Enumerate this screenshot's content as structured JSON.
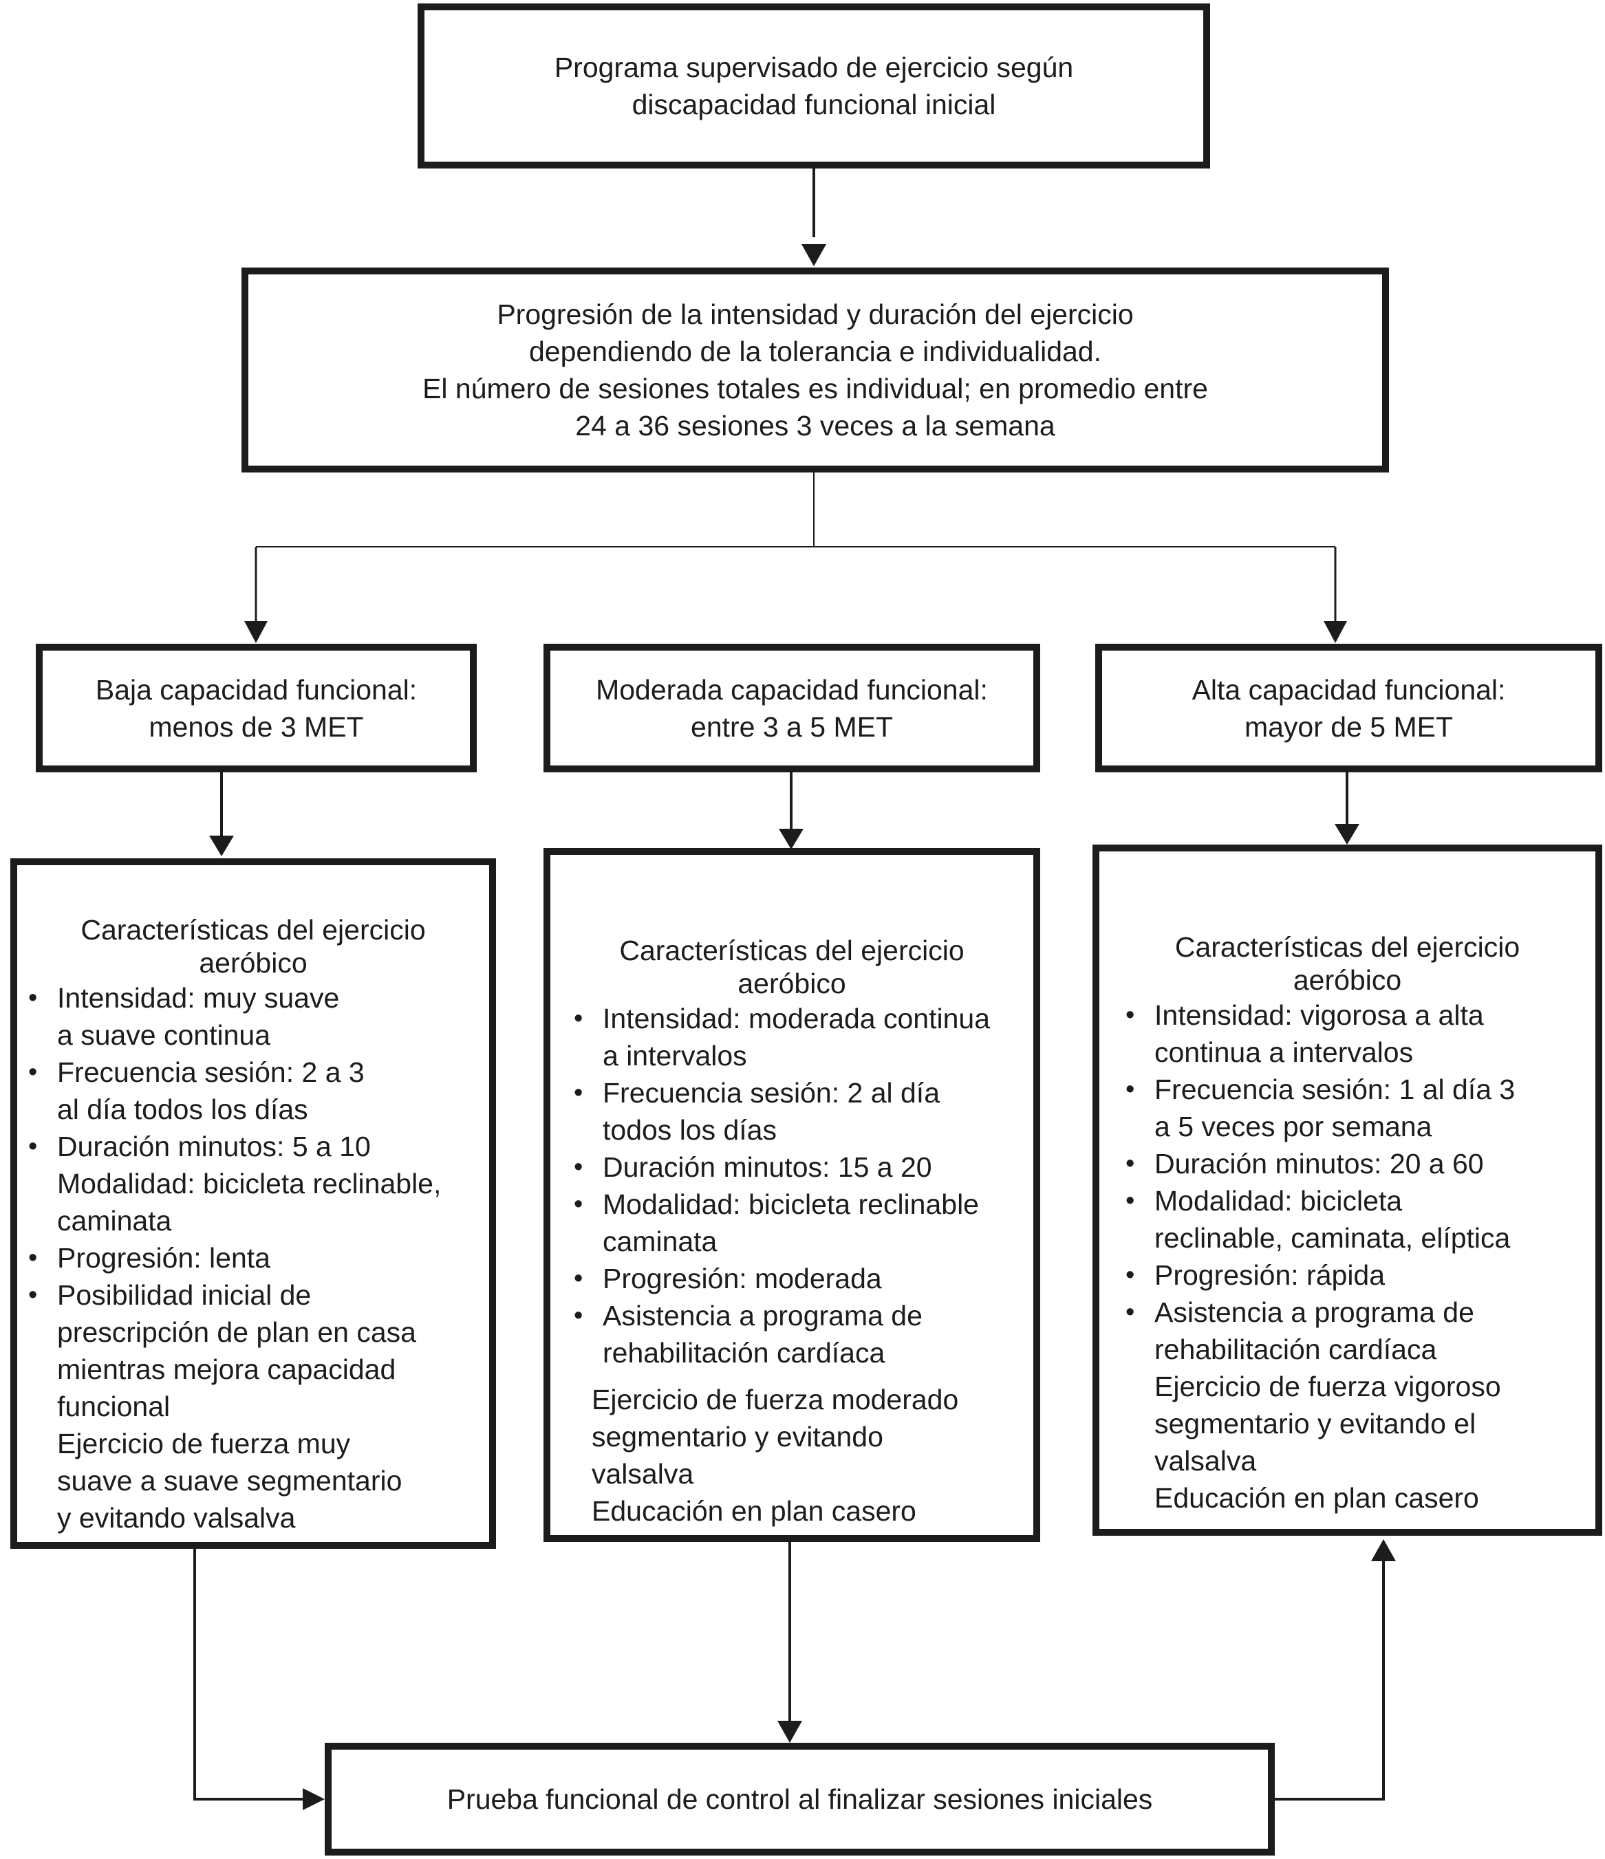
{
  "diagram": {
    "top_box": {
      "lines": [
        "Programa supervisado de ejercicio según",
        "discapacidad funcional inicial"
      ]
    },
    "progression_box": {
      "lines": [
        "Progresión de la intensidad y duración del ejercicio",
        "dependiendo de la tolerancia e individualidad.",
        "El número de sesiones totales es individual; en promedio entre",
        "24 a 36 sesiones 3 veces a la semana"
      ]
    },
    "capacity_boxes": [
      {
        "lines": [
          "Baja capacidad funcional:",
          "menos de 3 MET"
        ]
      },
      {
        "lines": [
          "Moderada capacidad funcional:",
          "entre 3 a 5 MET"
        ]
      },
      {
        "lines": [
          "Alta capacidad funcional:",
          "mayor de 5 MET"
        ]
      }
    ],
    "detail_boxes": [
      {
        "heading": [
          "Características del ejercicio",
          "aeróbico"
        ],
        "bullets": [
          {
            "lines": [
              "Intensidad: muy suave",
              "a suave continua"
            ]
          },
          {
            "lines": [
              "Frecuencia sesión: 2 a 3",
              "al día todos los días"
            ]
          },
          {
            "lines": [
              "Duración minutos: 5 a 10",
              "Modalidad: bicicleta reclinable,",
              "caminata"
            ]
          },
          {
            "lines": [
              "Progresión: lenta"
            ]
          },
          {
            "lines": [
              "Posibilidad inicial de",
              "prescripción de plan en casa",
              "mientras mejora capacidad",
              "funcional",
              "Ejercicio de fuerza muy",
              "suave a suave segmentario",
              "y evitando valsalva"
            ]
          }
        ],
        "extra": []
      },
      {
        "heading": [
          "Características del ejercicio",
          "aeróbico"
        ],
        "bullets": [
          {
            "lines": [
              "Intensidad: moderada continua",
              "a intervalos"
            ]
          },
          {
            "lines": [
              "Frecuencia sesión: 2 al día",
              "todos los días"
            ]
          },
          {
            "lines": [
              "Duración minutos: 15 a 20"
            ]
          },
          {
            "lines": [
              "Modalidad: bicicleta reclinable",
              "caminata"
            ]
          },
          {
            "lines": [
              "Progresión: moderada"
            ]
          },
          {
            "lines": [
              "Asistencia a programa de",
              "rehabilitación cardíaca"
            ]
          }
        ],
        "extra": [
          "Ejercicio de fuerza moderado",
          "segmentario y evitando",
          "valsalva",
          "Educación en plan casero"
        ]
      },
      {
        "heading": [
          "Características del ejercicio",
          "aeróbico"
        ],
        "bullets": [
          {
            "lines": [
              "Intensidad: vigorosa a alta",
              "continua a intervalos"
            ]
          },
          {
            "lines": [
              "Frecuencia sesión: 1 al día 3",
              "a 5 veces por semana"
            ]
          },
          {
            "lines": [
              "Duración minutos: 20 a 60"
            ]
          },
          {
            "lines": [
              "Modalidad: bicicleta",
              "reclinable, caminata, elíptica"
            ]
          },
          {
            "lines": [
              "Progresión: rápida"
            ]
          },
          {
            "lines": [
              "Asistencia a programa de",
              "rehabilitación cardíaca",
              "Ejercicio de fuerza vigoroso",
              "segmentario y evitando el",
              "valsalva",
              "Educación en plan casero"
            ]
          }
        ],
        "extra": []
      }
    ],
    "final_box": {
      "lines": [
        "Prueba funcional de control al finalizar sesiones iniciales"
      ]
    },
    "bullet_glyph": "•",
    "colors": {
      "stroke": "#1c1c1c",
      "background": "#ffffff"
    }
  }
}
